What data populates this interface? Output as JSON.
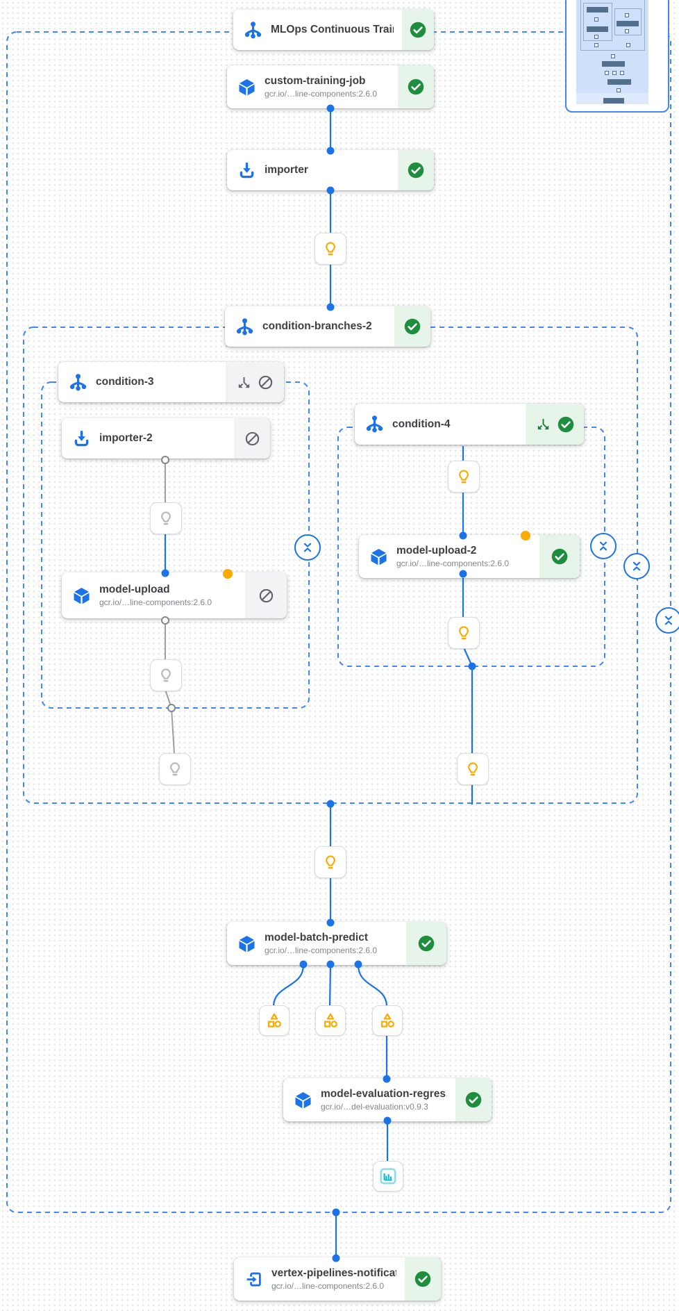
{
  "nodes": {
    "mlops": {
      "title": "MLOps Continuous Traini…",
      "status": "succeeded"
    },
    "custom_training_job": {
      "title": "custom-training-job",
      "subtitle": "gcr.io/…line-components:2.6.0",
      "status": "succeeded"
    },
    "importer": {
      "title": "importer",
      "status": "succeeded"
    },
    "condition_branches_2": {
      "title": "condition-branches-2",
      "status": "succeeded"
    },
    "condition_3": {
      "title": "condition-3",
      "status": "skipped"
    },
    "importer_2": {
      "title": "importer-2",
      "status": "skipped"
    },
    "model_upload": {
      "title": "model-upload",
      "subtitle": "gcr.io/…line-components:2.6.0",
      "status": "skipped"
    },
    "condition_4": {
      "title": "condition-4",
      "status": "succeeded"
    },
    "model_upload_2": {
      "title": "model-upload-2",
      "subtitle": "gcr.io/…line-components:2.6.0",
      "status": "succeeded"
    },
    "model_batch_predict": {
      "title": "model-batch-predict",
      "subtitle": "gcr.io/…line-components:2.6.0",
      "status": "succeeded"
    },
    "model_evaluation_regression": {
      "title": "model-evaluation-regres…",
      "subtitle": "gcr.io/…del-evaluation:v0.9.3",
      "status": "succeeded"
    },
    "vertex_pipelines_notification": {
      "title": "vertex-pipelines-notificat…",
      "subtitle": "gcr.io/…line-components:2.6.0",
      "status": "succeeded"
    }
  },
  "icons": {
    "condition": "tree-branch",
    "container_component": "cube",
    "importer": "download-tray",
    "exit_handler": "exit-to-app",
    "parameter": "lightbulb",
    "artifact": "triangle-square-circle",
    "metrics": "bar-chart",
    "succeeded": "check-circle",
    "skipped": "slash-circle",
    "branch": "split-arrows",
    "collapse": "unfold-less-chevrons"
  },
  "colors": {
    "accent_blue": "#1a73e8",
    "group_border_blue": "#4285f4",
    "success_green": "#1e8e3e",
    "success_bg": "#e6f4ea",
    "skipped_bg": "#f1f3f4",
    "warning_yellow": "#f9ab00",
    "metrics_cyan": "#12b5cb",
    "edge_gray": "#9aa0a6"
  }
}
